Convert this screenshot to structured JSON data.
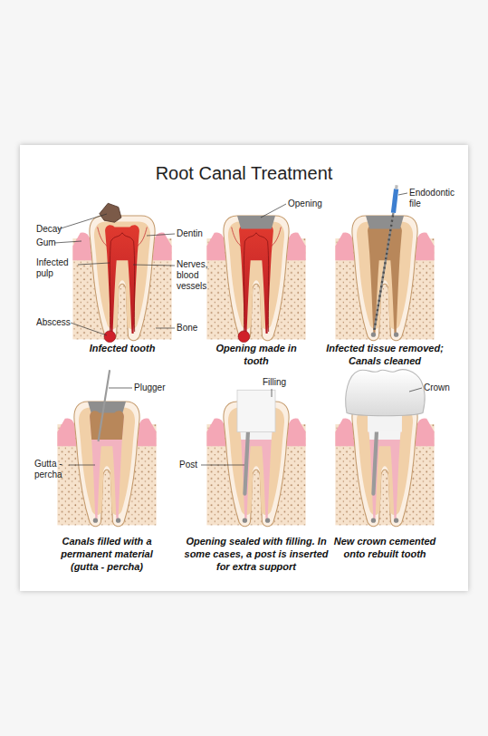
{
  "diagram": {
    "title": "Root Canal Treatment",
    "labels": [
      "Decay",
      "Gum",
      "Infected pulp",
      "Abscess",
      "Dentin",
      "Nerves, blood vessels",
      "Bone",
      "Infected tooth",
      "Opening",
      "Opening made in tooth",
      "Endodontic file",
      "Infected tissue removed; Canals cleaned",
      "Plugger",
      "Gutta - percha",
      "Canals filled with a permanent material (gutta - percha)",
      "Filling",
      "Post",
      "Opening sealed with filling. In some cases, a post is inserted for extra support",
      "Crown",
      "New crown cemented onto rebuilt tooth"
    ]
  }
}
